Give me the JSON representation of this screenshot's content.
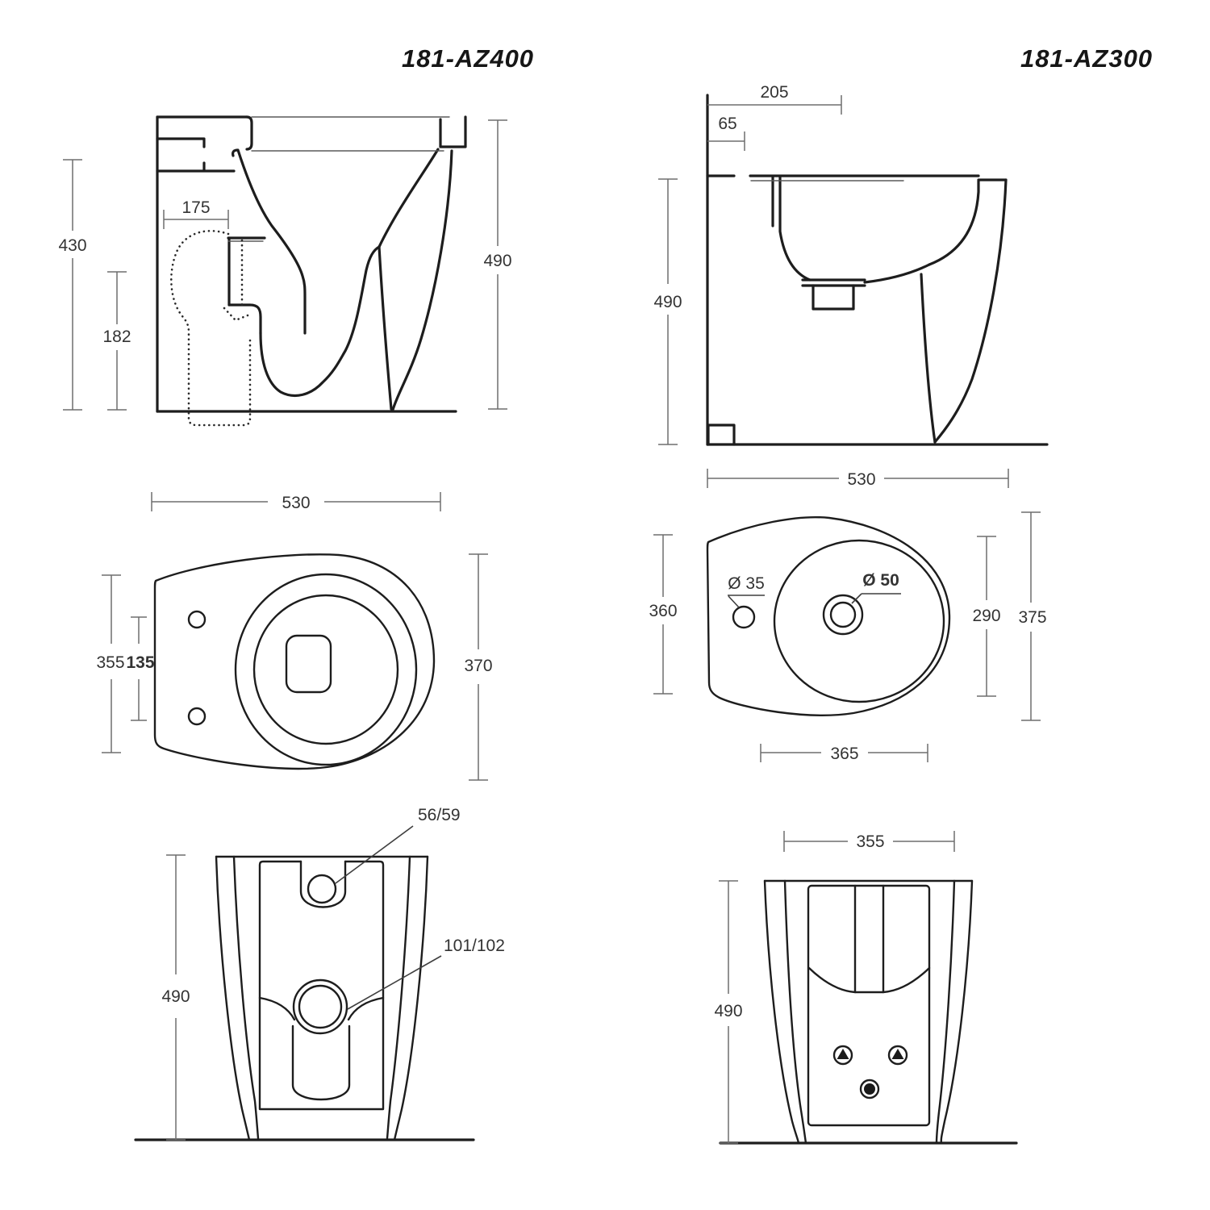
{
  "page": {
    "background": "#ffffff",
    "line_color": "#1d1d1d",
    "dim_color": "#6e6e6e"
  },
  "toilet": {
    "title": "181-AZ400",
    "side": {
      "height": "430",
      "trap_height": "182",
      "trap_setout": "175",
      "depth": "490"
    },
    "top": {
      "width": "530",
      "seat_depth": "355",
      "hinge_span": "135",
      "bowl_depth": "370"
    },
    "front": {
      "top_outlet": "56/59",
      "mid_outlet": "101/102",
      "height": "490"
    }
  },
  "bidet": {
    "title": "181-AZ300",
    "side": {
      "tap_setout": "205",
      "wall_offset": "65",
      "height": "490",
      "length": "530"
    },
    "top": {
      "depth": "360",
      "tap_hole": "Ø 35",
      "drain_hole": "Ø 50",
      "inner_depth": "290",
      "overall_depth": "375",
      "bowl_width": "365"
    },
    "front": {
      "width": "355",
      "height": "490"
    }
  }
}
